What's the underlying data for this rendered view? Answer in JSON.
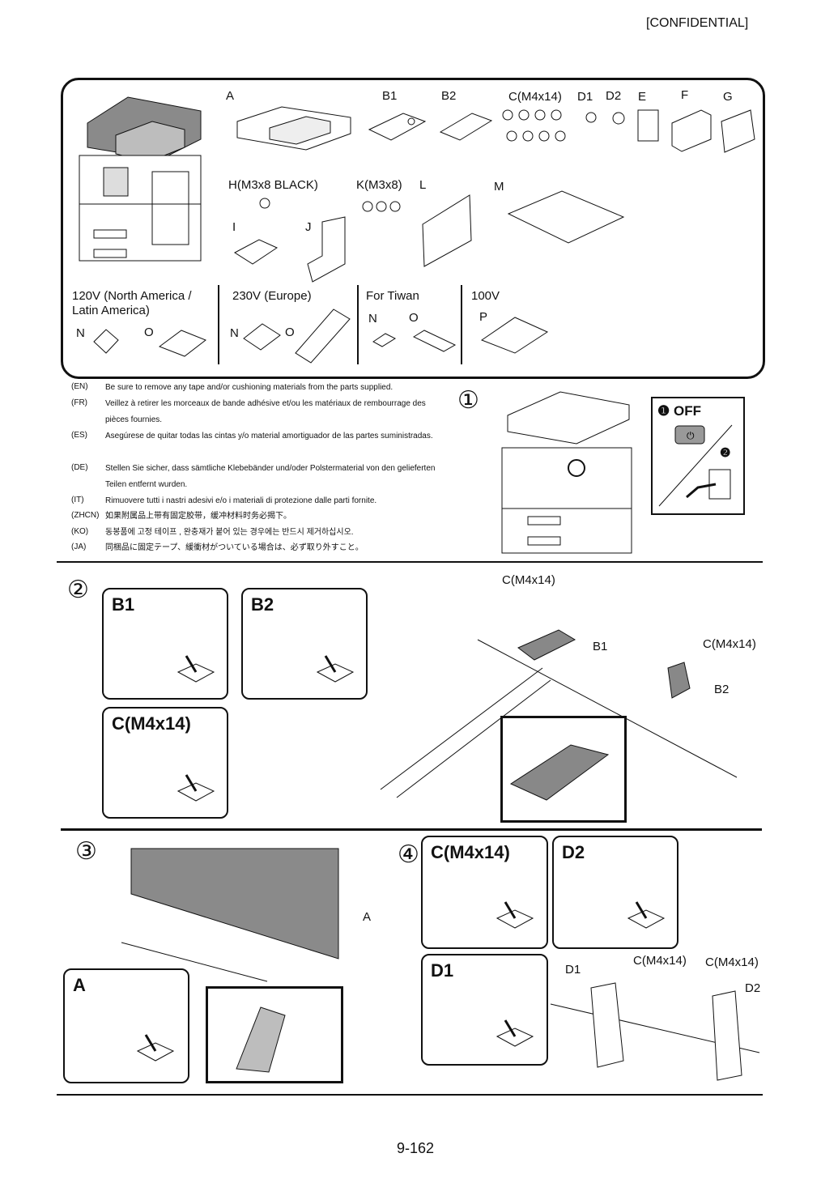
{
  "header": {
    "confidential": "[CONFIDENTIAL]"
  },
  "parts": {
    "A": "A",
    "B1": "B1",
    "B2": "B2",
    "C": "C(M4x14)",
    "D1": "D1",
    "D2": "D2",
    "E": "E",
    "F": "F",
    "G": "G",
    "H": "H(M3x8 BLACK)",
    "I": "I",
    "J": "J",
    "K": "K(M3x8)",
    "L": "L",
    "M": "M"
  },
  "regions": [
    {
      "title_line1": "120V (North America /",
      "title_line2": "Latin America)",
      "items": [
        "N",
        "O"
      ]
    },
    {
      "title_line1": "230V (Europe)",
      "items": [
        "N",
        "O"
      ]
    },
    {
      "title_line1": "For Tiwan",
      "items": [
        "N",
        "O"
      ]
    },
    {
      "title_line1": "100V",
      "items": [
        "P"
      ]
    }
  ],
  "notes": [
    {
      "code": "(EN)",
      "text": "Be sure to remove any tape and/or cushioning materials from the parts supplied."
    },
    {
      "code": "(FR)",
      "text": "Veillez à retirer les morceaux de bande adhésive et/ou les matériaux de rembourrage des pièces fournies."
    },
    {
      "code": "(ES)",
      "text": "Asegúrese de quitar todas las cintas y/o material amortiguador de las partes suministradas."
    },
    {
      "code": "(DE)",
      "text": "Stellen Sie sicher, dass sämtliche Klebebänder und/oder Polstermaterial von den gelieferten Teilen entfernt wurden."
    },
    {
      "code": "(IT)",
      "text": "Rimuovere tutti i nastri adesivi e/o i materiali di protezione dalle parti fornite."
    },
    {
      "code": "(ZHCN)",
      "text": "如果附属品上带有固定胶带，缓冲材料时务必揭下。"
    },
    {
      "code": "(KO)",
      "text": "동봉품에 고정 테이프 , 완충재가 붙어 있는 경우에는 반드시 제거하십시오."
    },
    {
      "code": "(JA)",
      "text": "同梱品に固定テープ、緩衝材がついている場合は、必ず取り外すこと。"
    }
  ],
  "steps": {
    "s1": "①",
    "s2": "②",
    "s3": "③",
    "s4": "④",
    "off": "OFF",
    "n1": "❶",
    "n2": "❷"
  },
  "step2": {
    "card_b1": "B1",
    "card_b2": "B2",
    "card_c": "C(M4x14)",
    "callout_c_top": "C(M4x14)",
    "callout_b1": "B1",
    "callout_c_right": "C(M4x14)",
    "callout_b2": "B2"
  },
  "step3": {
    "card_a": "A",
    "callout_a": "A"
  },
  "step4": {
    "card_c": "C(M4x14)",
    "card_d2": "D2",
    "card_d1": "D1",
    "callout_d1": "D1",
    "callout_c1": "C(M4x14)",
    "callout_c2": "C(M4x14)",
    "callout_d2": "D2"
  },
  "footer": {
    "page_number": "9-162"
  },
  "colors": {
    "ink": "#111111",
    "gray": "#8a8a8a",
    "light": "#d8d8d8"
  }
}
